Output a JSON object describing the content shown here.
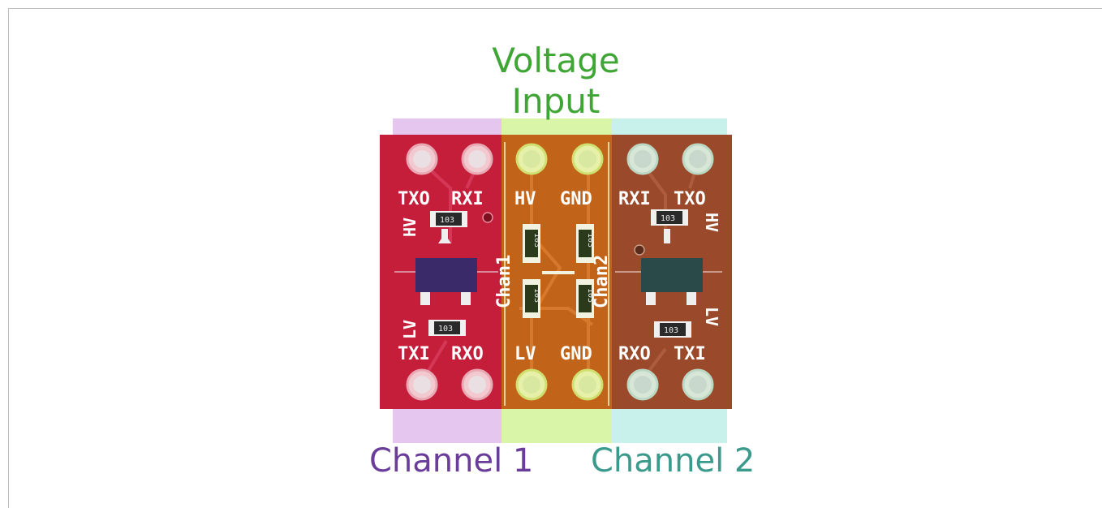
{
  "colors": {
    "purple": "#6a3d9a",
    "green": "#3fa535",
    "teal": "#3a9a8c",
    "pcb_red": "#c41e3a"
  },
  "titles": {
    "voltage_line1": "Voltage",
    "voltage_line2": "Input",
    "channel1": "Channel 1",
    "channel2": "Channel 2"
  },
  "pins": {
    "top": [
      "TXO",
      "RXI",
      "HV",
      "GND",
      "RXI",
      "TXO"
    ],
    "bottom": [
      "TXI",
      "RXO",
      "LV",
      "GND",
      "RXO",
      "TXI"
    ]
  },
  "silkscreen": {
    "left_hv": "HV",
    "left_lv": "LV",
    "right_hv": "HV",
    "right_lv": "LV",
    "chan1": "Chan1",
    "chan2": "Chan2"
  },
  "resistor_code": "103"
}
